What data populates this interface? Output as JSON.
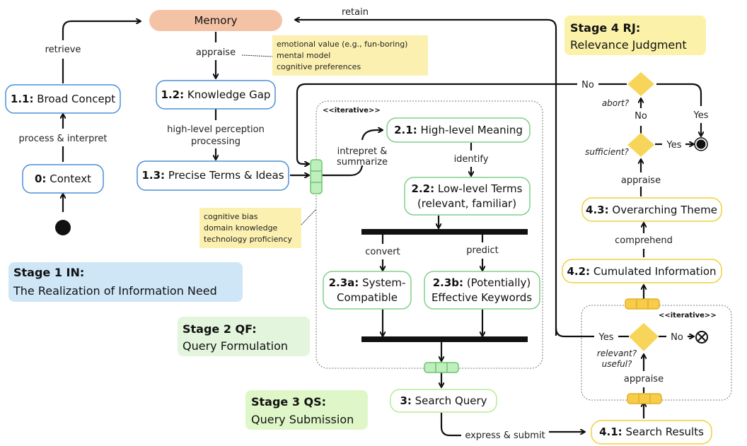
{
  "nodes": {
    "memory": {
      "label": "Memory"
    },
    "n0": {
      "id": "0:",
      "label": "Context"
    },
    "n11": {
      "id": "1.1:",
      "label": "Broad Concept"
    },
    "n12": {
      "id": "1.2:",
      "label": "Knowledge Gap"
    },
    "n13": {
      "id": "1.3:",
      "label": "Precise Terms & Ideas"
    },
    "n21": {
      "id": "2.1:",
      "label": "High-level Meaning"
    },
    "n22": {
      "id": "2.2:",
      "label": "Low-level Terms",
      "label2": "(relevant, familiar)"
    },
    "n23a": {
      "id": "2.3a:",
      "label": "System-",
      "label2": "Compatible"
    },
    "n23b": {
      "id": "2.3b:",
      "label": "(Potentially)",
      "label2": "Effective Keywords"
    },
    "n3": {
      "id": "3:",
      "label": "Search Query"
    },
    "n41": {
      "id": "4.1:",
      "label": "Search Results"
    },
    "n42": {
      "id": "4.2:",
      "label": "Cumulated Information"
    },
    "n43": {
      "id": "4.3:",
      "label": "Overarching Theme"
    }
  },
  "edges": {
    "retrieve": "retrieve",
    "process_interpret": "process & interpret",
    "appraise_memory": "appraise",
    "high_level_1": "high-level perception",
    "high_level_2": "processing",
    "interpret_1": "intrepret &",
    "interpret_2": "summarize",
    "identify": "identify",
    "convert": "convert",
    "predict": "predict",
    "express_submit": "express & submit",
    "retain": "retain",
    "appraise_results": "appraise",
    "comprehend": "comprehend",
    "appraise_theme": "appraise"
  },
  "decisions": {
    "relevant": {
      "q1": "relevant?",
      "q2": "useful?",
      "yes": "Yes",
      "no": "No"
    },
    "sufficient": {
      "q": "sufficient?",
      "yes": "Yes",
      "no": "No"
    },
    "abort": {
      "q": "abort?",
      "yes": "Yes",
      "no": "No"
    }
  },
  "notes": {
    "memory_note": [
      "emotional value (e.g., fun-boring)",
      "mental model",
      "cognitive preferences"
    ],
    "bias_note": [
      "cognitive bias",
      "domain knowledge",
      "technology proficiency"
    ]
  },
  "iterative_label": "<<iterative>>",
  "stages": {
    "s1": {
      "title": "Stage 1  IN:",
      "subtitle": "The Realization of Information Need",
      "color": "#cfe6f7"
    },
    "s2": {
      "title": "Stage 2 QF:",
      "subtitle": " Query Formulation",
      "color": "#e3f5dc"
    },
    "s3": {
      "title": "Stage 3 QS:",
      "subtitle": "Query Submission",
      "color": "#dff7c8"
    },
    "s4": {
      "title": "Stage 4 RJ:",
      "subtitle": "Relevance Judgment",
      "color": "#fbf1a8"
    }
  },
  "colors": {
    "stage1_border": "#4a90d9",
    "stage2_border": "#7fd08a",
    "stage3_border": "#b8ec90",
    "stage4_border": "#f0cf3a",
    "memory_fill": "#f4c3a6",
    "note_fill": "#fbf0b0",
    "pin_green": "#bfeebf",
    "pin_yellow": "#f7cc4a",
    "diamond": "#f7d55a"
  }
}
